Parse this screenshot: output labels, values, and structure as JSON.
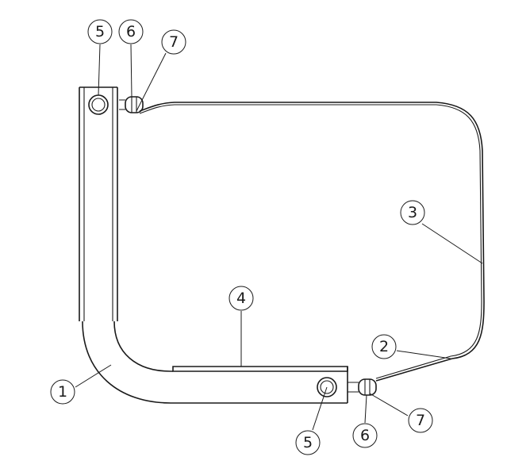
{
  "callouts": [
    {
      "id": "c1",
      "label": "1"
    },
    {
      "id": "c2",
      "label": "2"
    },
    {
      "id": "c3",
      "label": "3"
    },
    {
      "id": "c4",
      "label": "4"
    },
    {
      "id": "c5a",
      "label": "5"
    },
    {
      "id": "c5b",
      "label": "5"
    },
    {
      "id": "c6a",
      "label": "6"
    },
    {
      "id": "c6b",
      "label": "6"
    },
    {
      "id": "c7a",
      "label": "7"
    },
    {
      "id": "c7b",
      "label": "7"
    }
  ]
}
